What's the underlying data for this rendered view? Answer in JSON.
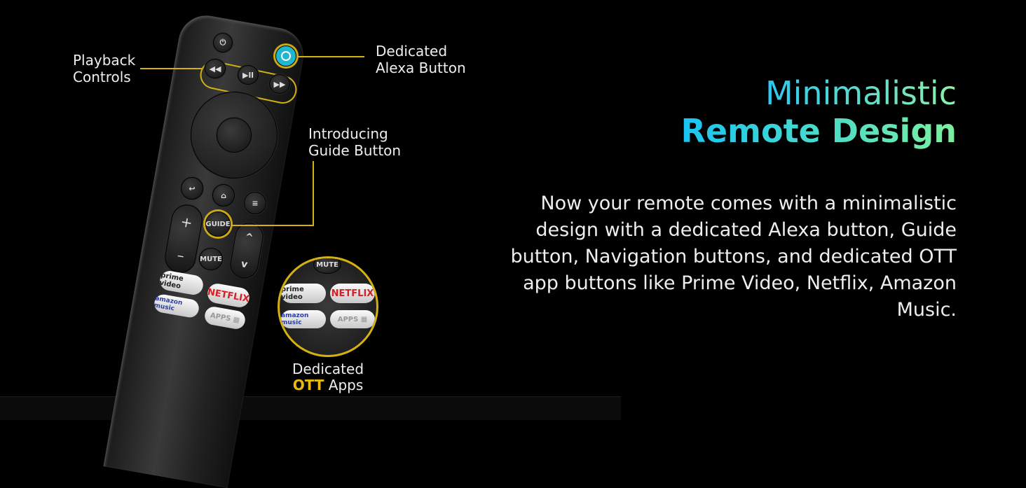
{
  "heading": {
    "line1": "Minimalistic",
    "line2": "Remote Design"
  },
  "description": "Now your remote comes with a minimalistic design with a dedicated Alexa button, Guide button, Navigation buttons, and dedicated OTT app buttons  like Prime Video, Netflix, Amazon Music.",
  "callouts": {
    "playback": [
      "Playback",
      "Controls"
    ],
    "alexa": [
      "Dedicated",
      "Alexa Button"
    ],
    "guide": [
      "Introducing",
      "Guide Button"
    ],
    "ott": {
      "word1": "Dedicated",
      "highlight": "OTT",
      "word2": "Apps"
    }
  },
  "remote": {
    "guide": "GUIDE",
    "mute": "MUTE",
    "plus": "+",
    "minus": "–",
    "prime": "prime video",
    "netflix": "NETFLIX",
    "amazon_music": "amazon music",
    "apps": "APPS"
  },
  "colors": {
    "accent": "#d4b012",
    "alexa": "#1fb6d0",
    "netflix": "#d81f26"
  }
}
